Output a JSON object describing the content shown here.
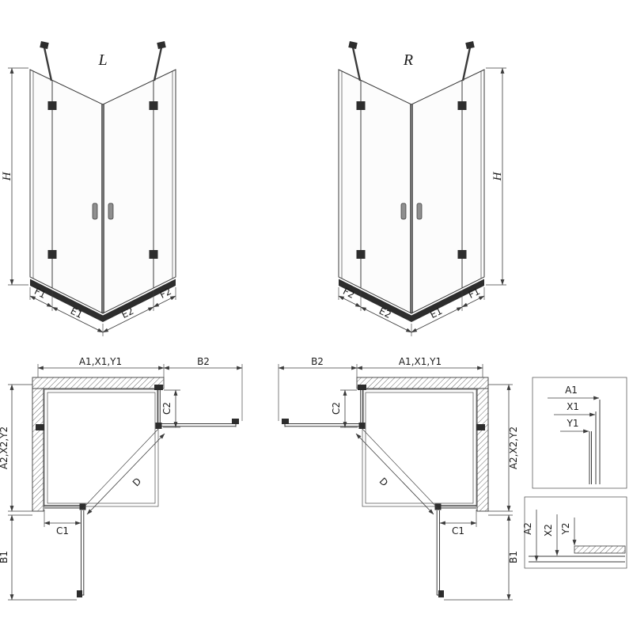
{
  "front_left": {
    "variant": "L",
    "height": "H",
    "bottom": {
      "f1": "F1",
      "e1": "E1",
      "e2": "E2",
      "f2": "F2"
    }
  },
  "front_right": {
    "variant": "R",
    "height": "H",
    "bottom": {
      "f2": "F2",
      "e2": "E2",
      "e1": "E1",
      "f1": "F1"
    }
  },
  "plan_left": {
    "width_top": "A1,X1,Y1",
    "door_top": "B2",
    "fixed_right": "C2",
    "depth_left": "A2,X2,Y2",
    "fixed_bottom": "C1",
    "door_left": "B1",
    "diagonal": "D"
  },
  "plan_right": {
    "door_top": "B2",
    "width_top": "A1,X1,Y1",
    "fixed_left": "C2",
    "depth_right": "A2,X2,Y2",
    "diagonal": "D",
    "fixed_bottom": "C1",
    "door_right": "B1"
  },
  "detail_top": {
    "dim1": "A1",
    "dim2": "X1",
    "dim3": "Y1"
  },
  "detail_bottom": {
    "dim1": "A2",
    "dim2": "X2",
    "dim3": "Y2"
  },
  "colors": {
    "line": "#3b3b3b",
    "dark": "#2d2d2d",
    "background": "#ffffff"
  }
}
